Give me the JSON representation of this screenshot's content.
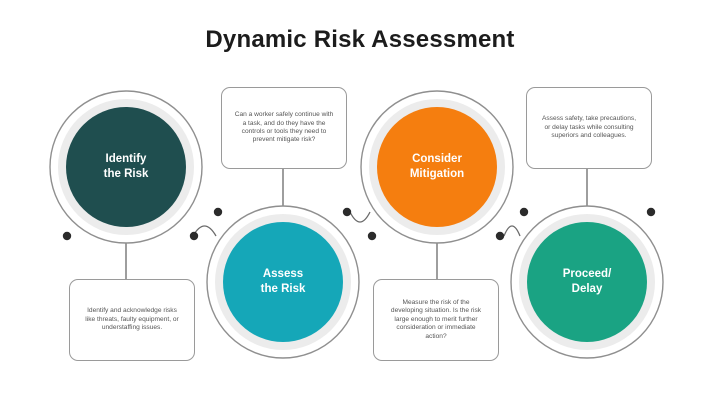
{
  "title": "Dynamic Risk Assessment",
  "steps": [
    {
      "label": "Identify\nthe Risk",
      "color": "#1f4e4f",
      "description": "Identify and acknowledge risks like threats, faulty equipment, or understaffing issues."
    },
    {
      "label": "Assess\nthe Risk",
      "color": "#15a7b8",
      "description": "Can a worker safely continue with a task, and do they have the controls or tools they need to prevent mitigate risk?"
    },
    {
      "label": "Consider\nMitigation",
      "color": "#f57e0f",
      "description": "Measure the risk of the developing situation. Is the risk large enough to merit further consideration or immediate action?"
    },
    {
      "label": "Proceed/\nDelay",
      "color": "#1aa383",
      "description": "Assess safety, take precautions, or delay tasks while consulting superiors and colleagues."
    }
  ],
  "colors": {
    "ring": "#dcdcdc",
    "ring_border": "#8f8f8f",
    "connector": "#6a6a6a",
    "dot": "#2b2b2b"
  }
}
